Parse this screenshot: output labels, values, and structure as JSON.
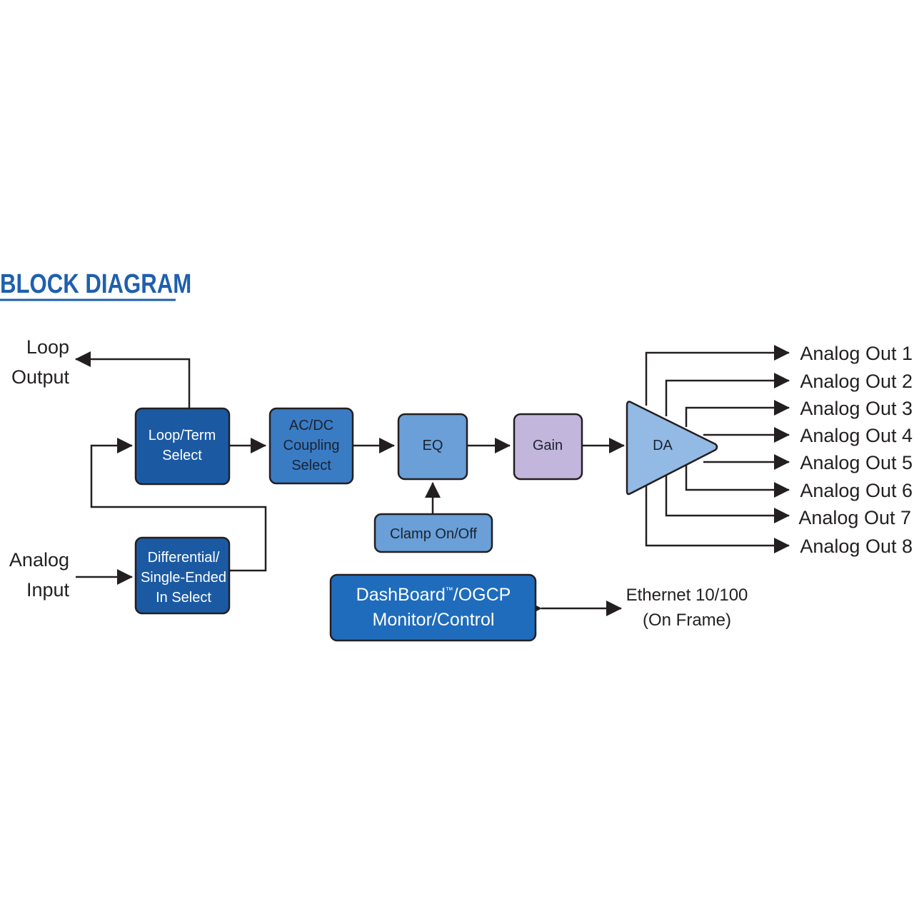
{
  "title": "BLOCK DIAGRAM",
  "colors": {
    "title": "#1f5fae",
    "dark_block": "#1b5aa3",
    "mid_block": "#3a7cc4",
    "light_block": "#6a9fd7",
    "gain_block": "#c3b6dc",
    "da_block": "#93b9e5",
    "line": "#231f20"
  },
  "labels": {
    "loop_output": [
      "Loop",
      "Output"
    ],
    "analog_input": [
      "Analog",
      "Input"
    ],
    "ethernet": [
      "Ethernet 10/100",
      "(On Frame)"
    ]
  },
  "blocks": {
    "loop_term": [
      "Loop/Term",
      "Select"
    ],
    "differential": [
      "Differential/",
      "Single-Ended",
      "In Select"
    ],
    "acdc": [
      "AC/DC",
      "Coupling",
      "Select"
    ],
    "eq": "EQ",
    "clamp": "Clamp On/Off",
    "gain": "Gain",
    "da": "DA",
    "dashboard_line1": "DashBoard",
    "dashboard_tm": "™",
    "dashboard_line1_suffix": "/OGCP",
    "dashboard_line2": "Monitor/Control"
  },
  "outputs": [
    "Analog Out 1",
    "Analog Out 2",
    "Analog Out 3",
    "Analog Out 4",
    "Analog Out 5",
    "Analog Out 6",
    "Analog Out 7",
    "Analog Out 8"
  ]
}
